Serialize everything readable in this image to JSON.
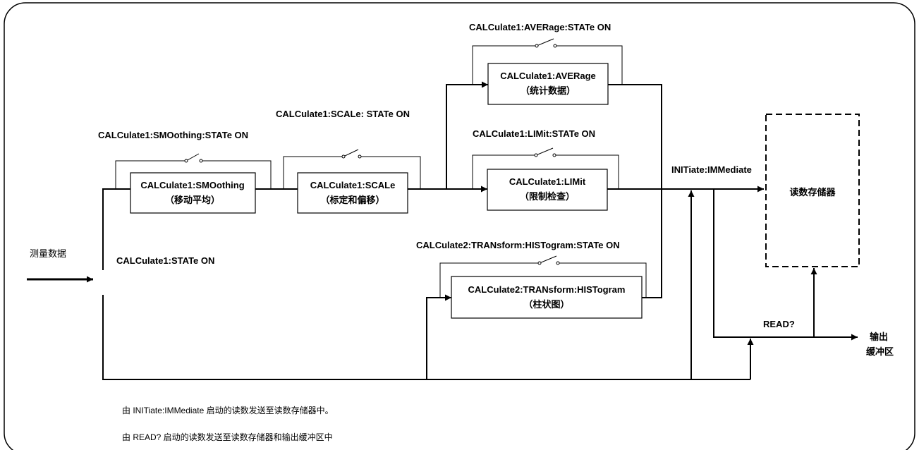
{
  "input_label": "测量数据",
  "state_label": "CALCulate1:STATe ON",
  "blocks": {
    "smoothing": {
      "cmd": "CALCulate1:SMOothing",
      "desc": "（移动平均）",
      "switch_label": "CALCulate1:SMOothing:STATe ON"
    },
    "scale": {
      "cmd": "CALCulate1:SCALe",
      "desc": "（标定和偏移）",
      "switch_label": "CALCulate1:SCALe: STATe ON"
    },
    "average": {
      "cmd": "CALCulate1:AVERage",
      "desc": "（统计数据）",
      "switch_label": "CALCulate1:AVERage:STATe ON"
    },
    "limit": {
      "cmd": "CALCulate1:LIMit",
      "desc": "（限制检查）",
      "switch_label": "CALCulate1:LIMit:STATe ON"
    },
    "histogram": {
      "cmd": "CALCulate2:TRANsform:HISTogram",
      "desc": "（柱状图）",
      "switch_label": "CALCulate2:TRANsform:HISTogram:STATe ON"
    }
  },
  "initiate_label": "INITiate:IMMediate",
  "memory_label": "读数存储器",
  "read_label": "READ?",
  "output_label_line1": "输出",
  "output_label_line2": "缓冲区",
  "notes": [
    "由 INITiate:IMMediate 启动的读数发送至读数存储器中。",
    "由 READ? 启动的读数发送至读数存储器和输出缓冲区中"
  ]
}
